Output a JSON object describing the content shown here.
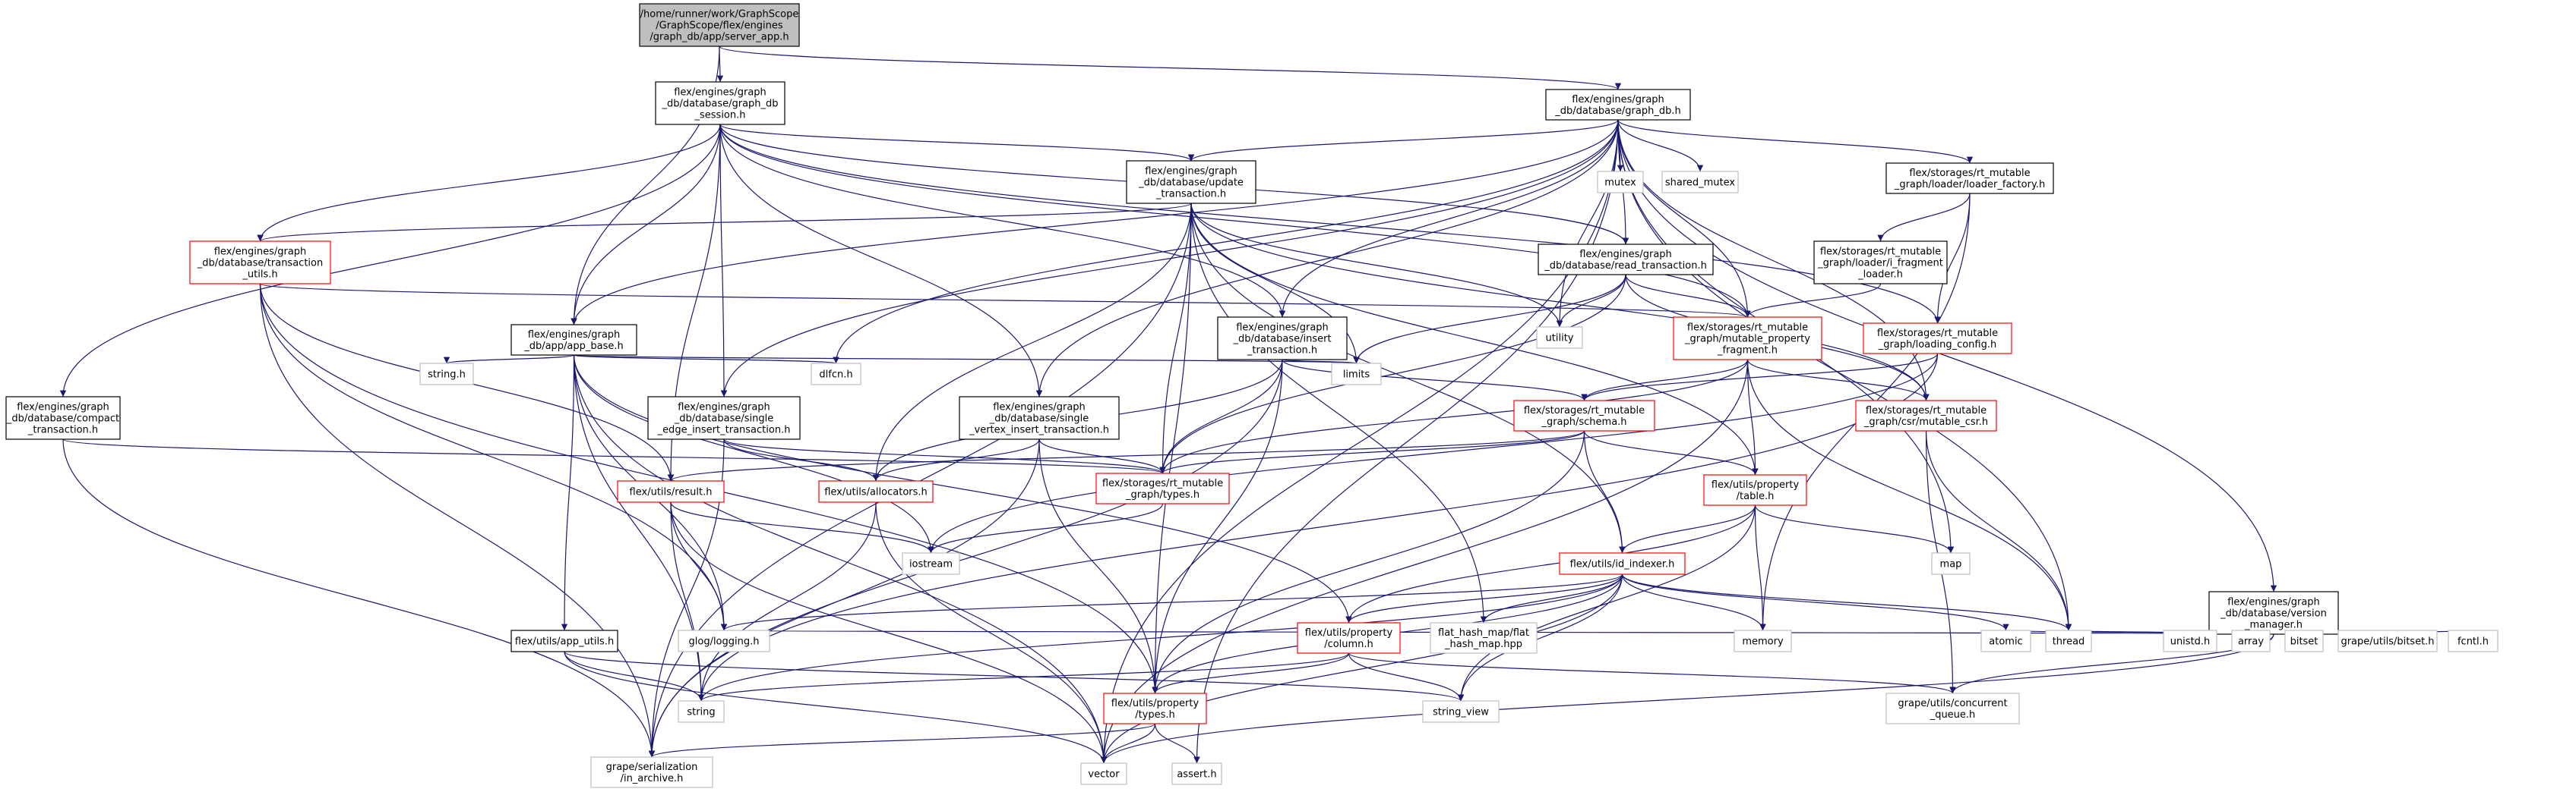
{
  "colors": {
    "edge": "#191970",
    "box_black": "#000000",
    "box_red": "#ff0000",
    "box_gray": "#bfbfbf",
    "root_fill": "#bfbfbf",
    "node_fill": "#ffffff"
  },
  "nodes": [
    {
      "id": "server_app",
      "style": "root",
      "lines": [
        "/home/runner/work/GraphScope",
        "/GraphScope/flex/engines",
        "/graph_db/app/server_app.h"
      ]
    },
    {
      "id": "graph_db_session",
      "style": "black",
      "lines": [
        "flex/engines/graph",
        "_db/database/graph_db",
        "_session.h"
      ]
    },
    {
      "id": "graph_db",
      "style": "black",
      "lines": [
        "flex/engines/graph",
        "_db/database/graph_db.h"
      ]
    },
    {
      "id": "compact_transaction",
      "style": "black",
      "lines": [
        "flex/engines/graph",
        "_db/database/compact",
        "_transaction.h"
      ]
    },
    {
      "id": "transaction_utils",
      "style": "red",
      "lines": [
        "flex/engines/graph",
        "_db/database/transaction",
        "_utils.h"
      ]
    },
    {
      "id": "update_transaction",
      "style": "black",
      "lines": [
        "flex/engines/graph",
        "_db/database/update",
        "_transaction.h"
      ]
    },
    {
      "id": "app_base",
      "style": "black",
      "lines": [
        "flex/engines/graph",
        "_db/app/app_base.h"
      ]
    },
    {
      "id": "single_edge_insert",
      "style": "black",
      "lines": [
        "flex/engines/graph",
        "_db/database/single",
        "_edge_insert_transaction.h"
      ]
    },
    {
      "id": "single_vertex_insert",
      "style": "black",
      "lines": [
        "flex/engines/graph",
        "_db/database/single",
        "_vertex_insert_transaction.h"
      ]
    },
    {
      "id": "insert_transaction",
      "style": "black",
      "lines": [
        "flex/engines/graph",
        "_db/database/insert",
        "_transaction.h"
      ]
    },
    {
      "id": "read_transaction",
      "style": "black",
      "lines": [
        "flex/engines/graph",
        "_db/database/read_transaction.h"
      ]
    },
    {
      "id": "mutex",
      "style": "gray",
      "lines": [
        "mutex"
      ]
    },
    {
      "id": "shared_mutex",
      "style": "gray",
      "lines": [
        "shared_mutex"
      ]
    },
    {
      "id": "loader_factory",
      "style": "black",
      "lines": [
        "flex/storages/rt_mutable",
        "_graph/loader/loader_factory.h"
      ]
    },
    {
      "id": "i_fragment_loader",
      "style": "black",
      "lines": [
        "flex/storages/rt_mutable",
        "_graph/loader/i_fragment",
        "_loader.h"
      ]
    },
    {
      "id": "loading_config",
      "style": "red",
      "lines": [
        "flex/storages/rt_mutable",
        "_graph/loading_config.h"
      ]
    },
    {
      "id": "mutable_property_fragment",
      "style": "red",
      "lines": [
        "flex/storages/rt_mutable",
        "_graph/mutable_property",
        "_fragment.h"
      ]
    },
    {
      "id": "utility",
      "style": "gray",
      "lines": [
        "utility"
      ]
    },
    {
      "id": "string_h",
      "style": "gray",
      "lines": [
        "string.h"
      ]
    },
    {
      "id": "dlfcn",
      "style": "gray",
      "lines": [
        "dlfcn.h"
      ]
    },
    {
      "id": "limits",
      "style": "gray",
      "lines": [
        "limits"
      ]
    },
    {
      "id": "schema",
      "style": "red",
      "lines": [
        "flex/storages/rt_mutable",
        "_graph/schema.h"
      ]
    },
    {
      "id": "mutable_csr",
      "style": "red",
      "lines": [
        "flex/storages/rt_mutable",
        "_graph/csr/mutable_csr.h"
      ]
    },
    {
      "id": "result",
      "style": "red",
      "lines": [
        "flex/utils/result.h"
      ]
    },
    {
      "id": "allocators",
      "style": "red",
      "lines": [
        "flex/utils/allocators.h"
      ]
    },
    {
      "id": "graph_types",
      "style": "red",
      "lines": [
        "flex/storages/rt_mutable",
        "_graph/types.h"
      ]
    },
    {
      "id": "property_table",
      "style": "red",
      "lines": [
        "flex/utils/property",
        "/table.h"
      ]
    },
    {
      "id": "iostream",
      "style": "gray",
      "lines": [
        "iostream"
      ]
    },
    {
      "id": "map",
      "style": "gray",
      "lines": [
        "map"
      ]
    },
    {
      "id": "id_indexer",
      "style": "red",
      "lines": [
        "flex/utils/id_indexer.h"
      ]
    },
    {
      "id": "version_manager",
      "style": "black",
      "lines": [
        "flex/engines/graph",
        "_db/database/version",
        "_manager.h"
      ]
    },
    {
      "id": "app_utils",
      "style": "black",
      "lines": [
        "flex/utils/app_utils.h"
      ]
    },
    {
      "id": "glog",
      "style": "gray",
      "lines": [
        "glog/logging.h"
      ]
    },
    {
      "id": "property_column",
      "style": "red",
      "lines": [
        "flex/utils/property",
        "/column.h"
      ]
    },
    {
      "id": "flat_hash_map",
      "style": "gray",
      "lines": [
        "flat_hash_map/flat",
        "_hash_map.hpp"
      ]
    },
    {
      "id": "memory",
      "style": "gray",
      "lines": [
        "memory"
      ]
    },
    {
      "id": "atomic",
      "style": "gray",
      "lines": [
        "atomic"
      ]
    },
    {
      "id": "thread",
      "style": "gray",
      "lines": [
        "thread"
      ]
    },
    {
      "id": "unistd",
      "style": "gray",
      "lines": [
        "unistd.h"
      ]
    },
    {
      "id": "array",
      "style": "gray",
      "lines": [
        "array"
      ]
    },
    {
      "id": "bitset",
      "style": "gray",
      "lines": [
        "bitset"
      ]
    },
    {
      "id": "grape_bitset",
      "style": "gray",
      "lines": [
        "grape/utils/bitset.h"
      ]
    },
    {
      "id": "fcntl",
      "style": "gray",
      "lines": [
        "fcntl.h"
      ]
    },
    {
      "id": "string",
      "style": "gray",
      "lines": [
        "string"
      ]
    },
    {
      "id": "string_view",
      "style": "gray",
      "lines": [
        "string_view"
      ]
    },
    {
      "id": "concurrent_queue",
      "style": "gray",
      "lines": [
        "grape/utils/concurrent",
        "_queue.h"
      ]
    },
    {
      "id": "property_types",
      "style": "red",
      "lines": [
        "flex/utils/property",
        "/types.h"
      ]
    },
    {
      "id": "in_archive",
      "style": "gray",
      "lines": [
        "grape/serialization",
        "/in_archive.h"
      ]
    },
    {
      "id": "vector",
      "style": "gray",
      "lines": [
        "vector"
      ]
    },
    {
      "id": "assert",
      "style": "gray",
      "lines": [
        "assert.h"
      ]
    }
  ],
  "edges": [
    [
      "server_app",
      "graph_db_session"
    ],
    [
      "server_app",
      "graph_db"
    ],
    [
      "server_app",
      "app_base"
    ],
    [
      "graph_db_session",
      "compact_transaction"
    ],
    [
      "graph_db_session",
      "transaction_utils"
    ],
    [
      "graph_db_session",
      "update_transaction"
    ],
    [
      "graph_db_session",
      "app_base"
    ],
    [
      "graph_db_session",
      "single_edge_insert"
    ],
    [
      "graph_db_session",
      "single_vertex_insert"
    ],
    [
      "graph_db_session",
      "insert_transaction"
    ],
    [
      "graph_db_session",
      "read_transaction"
    ],
    [
      "graph_db_session",
      "mutable_property_fragment"
    ],
    [
      "graph_db_session",
      "result"
    ],
    [
      "graph_db_session",
      "loading_config"
    ],
    [
      "graph_db",
      "mutex"
    ],
    [
      "graph_db",
      "shared_mutex"
    ],
    [
      "graph_db",
      "loader_factory"
    ],
    [
      "graph_db",
      "version_manager"
    ],
    [
      "graph_db",
      "update_transaction"
    ],
    [
      "graph_db",
      "insert_transaction"
    ],
    [
      "graph_db",
      "read_transaction"
    ],
    [
      "graph_db",
      "single_edge_insert"
    ],
    [
      "graph_db",
      "single_vertex_insert"
    ],
    [
      "graph_db",
      "mutable_property_fragment"
    ],
    [
      "graph_db",
      "app_base"
    ],
    [
      "graph_db",
      "dlfcn"
    ],
    [
      "graph_db",
      "utility"
    ],
    [
      "graph_db",
      "map"
    ],
    [
      "graph_db",
      "thread"
    ],
    [
      "graph_db",
      "vector"
    ],
    [
      "graph_db",
      "assert"
    ],
    [
      "graph_db",
      "mutable_csr"
    ],
    [
      "loader_factory",
      "i_fragment_loader"
    ],
    [
      "loader_factory",
      "loading_config"
    ],
    [
      "loader_factory",
      "memory"
    ],
    [
      "i_fragment_loader",
      "mutable_property_fragment"
    ],
    [
      "loading_config",
      "schema"
    ],
    [
      "loading_config",
      "iostream"
    ],
    [
      "loading_config",
      "string"
    ],
    [
      "update_transaction",
      "transaction_utils"
    ],
    [
      "update_transaction",
      "allocators"
    ],
    [
      "update_transaction",
      "graph_types"
    ],
    [
      "update_transaction",
      "property_types"
    ],
    [
      "update_transaction",
      "limits"
    ],
    [
      "update_transaction",
      "utility"
    ],
    [
      "update_transaction",
      "flat_hash_map"
    ],
    [
      "update_transaction",
      "id_indexer"
    ],
    [
      "update_transaction",
      "in_archive"
    ],
    [
      "update_transaction",
      "property_table"
    ],
    [
      "update_transaction",
      "mutable_csr"
    ],
    [
      "transaction_utils",
      "mutable_property_fragment"
    ],
    [
      "transaction_utils",
      "glog"
    ],
    [
      "transaction_utils",
      "in_archive"
    ],
    [
      "transaction_utils",
      "property_types"
    ],
    [
      "transaction_utils",
      "result"
    ],
    [
      "compact_transaction",
      "graph_types"
    ],
    [
      "compact_transaction",
      "in_archive"
    ],
    [
      "app_base",
      "string_h"
    ],
    [
      "app_base",
      "dlfcn"
    ],
    [
      "app_base",
      "limits"
    ],
    [
      "app_base",
      "app_utils"
    ],
    [
      "app_base",
      "glog"
    ],
    [
      "app_base",
      "string"
    ],
    [
      "app_base",
      "vector"
    ],
    [
      "app_base",
      "iostream"
    ],
    [
      "app_base",
      "property_column"
    ],
    [
      "single_edge_insert",
      "allocators"
    ],
    [
      "single_edge_insert",
      "graph_types"
    ],
    [
      "single_edge_insert",
      "in_archive"
    ],
    [
      "single_vertex_insert",
      "allocators"
    ],
    [
      "single_vertex_insert",
      "graph_types"
    ],
    [
      "single_vertex_insert",
      "in_archive"
    ],
    [
      "single_vertex_insert",
      "property_types"
    ],
    [
      "insert_transaction",
      "allocators"
    ],
    [
      "insert_transaction",
      "graph_types"
    ],
    [
      "insert_transaction",
      "limits"
    ],
    [
      "insert_transaction",
      "schema"
    ],
    [
      "insert_transaction",
      "in_archive"
    ],
    [
      "insert_transaction",
      "property_types"
    ],
    [
      "read_transaction",
      "mutable_property_fragment"
    ],
    [
      "read_transaction",
      "mutable_csr"
    ],
    [
      "read_transaction",
      "utility"
    ],
    [
      "read_transaction",
      "limits"
    ],
    [
      "read_transaction",
      "graph_types"
    ],
    [
      "mutable_property_fragment",
      "schema"
    ],
    [
      "mutable_property_fragment",
      "mutable_csr"
    ],
    [
      "mutable_property_fragment",
      "property_table"
    ],
    [
      "mutable_property_fragment",
      "graph_types"
    ],
    [
      "mutable_property_fragment",
      "thread"
    ],
    [
      "mutable_property_fragment",
      "vector"
    ],
    [
      "schema",
      "graph_types"
    ],
    [
      "schema",
      "id_indexer"
    ],
    [
      "schema",
      "property_table"
    ],
    [
      "schema",
      "result"
    ],
    [
      "schema",
      "property_types"
    ],
    [
      "mutable_csr",
      "thread"
    ],
    [
      "mutable_csr",
      "concurrent_queue"
    ],
    [
      "result",
      "iostream"
    ],
    [
      "result",
      "string"
    ],
    [
      "result",
      "glog"
    ],
    [
      "result",
      "vector"
    ],
    [
      "allocators",
      "string"
    ],
    [
      "allocators",
      "vector"
    ],
    [
      "graph_types",
      "iostream"
    ],
    [
      "property_table",
      "property_column"
    ],
    [
      "property_table",
      "id_indexer"
    ],
    [
      "property_table",
      "map"
    ],
    [
      "property_table",
      "memory"
    ],
    [
      "property_table",
      "string_view"
    ],
    [
      "id_indexer",
      "flat_hash_map"
    ],
    [
      "id_indexer",
      "atomic"
    ],
    [
      "id_indexer",
      "memory"
    ],
    [
      "id_indexer",
      "glog"
    ],
    [
      "id_indexer",
      "string_view"
    ],
    [
      "id_indexer",
      "property_column"
    ],
    [
      "id_indexer",
      "property_types"
    ],
    [
      "id_indexer",
      "thread"
    ],
    [
      "id_indexer",
      "string"
    ],
    [
      "id_indexer",
      "vector"
    ],
    [
      "version_manager",
      "atomic"
    ],
    [
      "version_manager",
      "thread"
    ],
    [
      "version_manager",
      "unistd"
    ],
    [
      "version_manager",
      "array"
    ],
    [
      "version_manager",
      "bitset"
    ],
    [
      "version_manager",
      "grape_bitset"
    ],
    [
      "version_manager",
      "fcntl"
    ],
    [
      "version_manager",
      "glog"
    ],
    [
      "version_manager",
      "concurrent_queue"
    ],
    [
      "version_manager",
      "vector"
    ],
    [
      "app_utils",
      "string"
    ],
    [
      "app_utils",
      "string_view"
    ],
    [
      "app_utils",
      "vector"
    ],
    [
      "property_column",
      "property_types"
    ],
    [
      "property_column",
      "string"
    ],
    [
      "property_column",
      "string_view"
    ],
    [
      "property_column",
      "concurrent_queue"
    ],
    [
      "property_types",
      "in_archive"
    ],
    [
      "property_types",
      "vector"
    ],
    [
      "property_types",
      "assert"
    ]
  ]
}
